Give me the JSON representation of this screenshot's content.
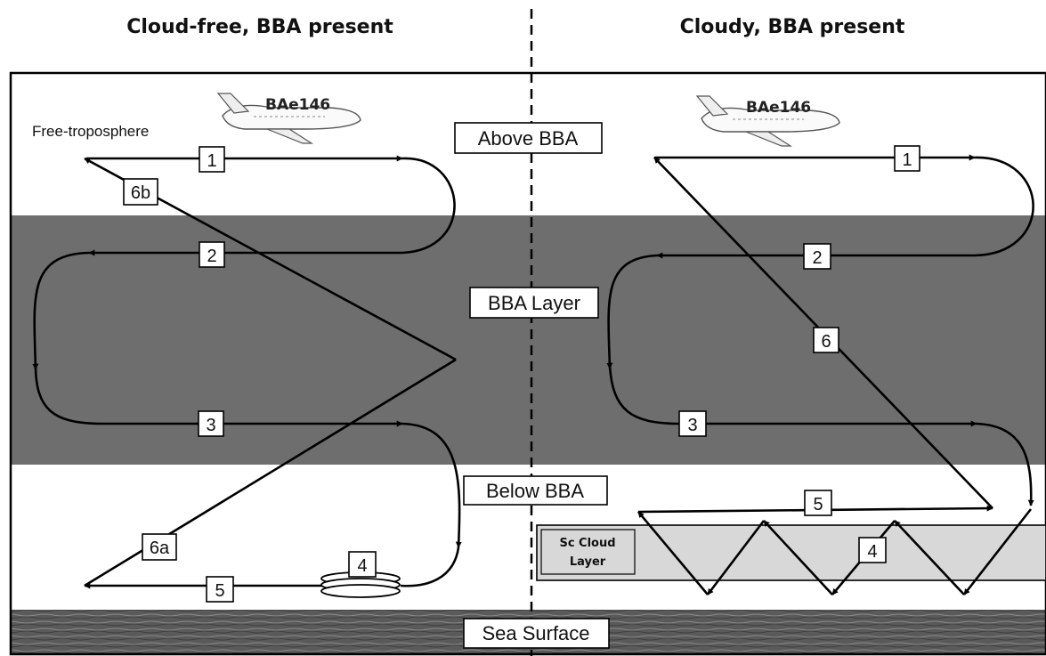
{
  "headings": {
    "left": "Cloud-free, BBA present",
    "right": "Cloudy, BBA present"
  },
  "layers": {
    "above": "Above BBA",
    "bba": "BBA Layer",
    "below": "Below BBA",
    "sea": "Sea Surface",
    "free_troposphere": "Free-troposphere",
    "cloud_line1": "Sc Cloud",
    "cloud_line2": "Layer"
  },
  "aircraft": {
    "left": "BAe146",
    "right": "BAe146"
  },
  "left_steps": [
    "1",
    "2",
    "3",
    "4",
    "5",
    "6a",
    "6b"
  ],
  "right_steps": [
    "1",
    "2",
    "3",
    "4",
    "5",
    "6"
  ],
  "colors": {
    "bba_layer": "#6e6e6e",
    "cloud_layer": "#d8d8d8",
    "sea": "#555555"
  }
}
